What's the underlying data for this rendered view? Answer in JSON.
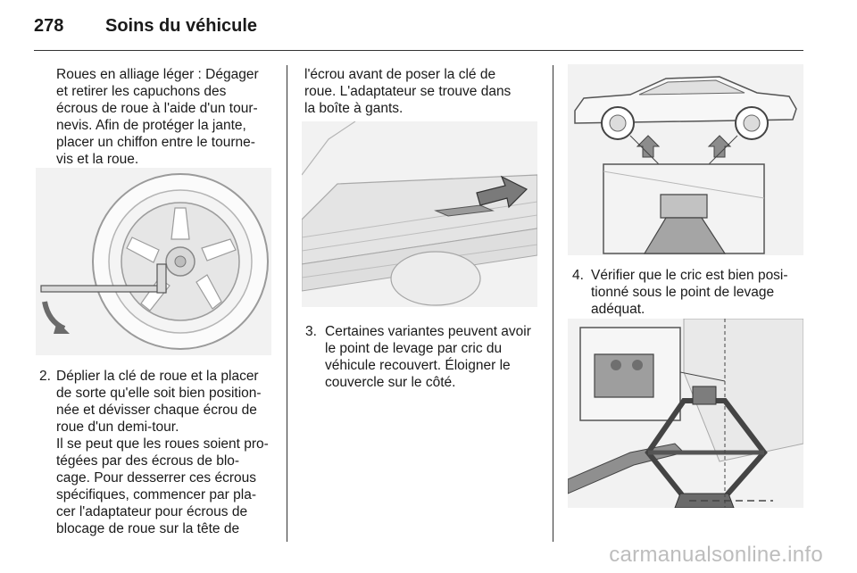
{
  "header": {
    "page_number": "278",
    "section_title": "Soins du véhicule"
  },
  "column1": {
    "intro_lines": [
      "Roues en alliage léger : Dégager",
      "et retirer les capuchons des",
      "écrous de roue à l'aide d'un tour-",
      "nevis. Afin de protéger la jante,",
      "placer un chiffon entre le tourne-",
      "vis et la roue."
    ],
    "step2": {
      "number": "2.",
      "lines": [
        "Déplier la clé de roue et la placer",
        "de sorte qu'elle soit bien position-",
        "née et dévisser chaque écrou de",
        "roue d'un demi-tour."
      ],
      "extra_lines": [
        "Il se peut que les roues soient pro-",
        "tégées par des écrous de blo-",
        "cage. Pour desserrer ces écrous",
        "spécifiques, commencer par pla-",
        "cer l'adaptateur pour écrous de",
        "blocage de roue sur la tête de"
      ]
    }
  },
  "column2": {
    "continuation_lines": [
      "l'écrou avant de poser la clé de",
      "roue. L'adaptateur se trouve dans",
      "la boîte à gants."
    ],
    "step3": {
      "number": "3.",
      "lines": [
        "Certaines variantes peuvent avoir",
        "le point de levage par cric du",
        "véhicule recouvert. Éloigner le",
        "couvercle sur le côté."
      ]
    }
  },
  "column3": {
    "step4": {
      "number": "4.",
      "lines": [
        "Vérifier que le cric est bien posi-",
        "tionné sous le point de levage",
        "adéquat."
      ]
    }
  },
  "watermark": "carmanualsonline.info"
}
